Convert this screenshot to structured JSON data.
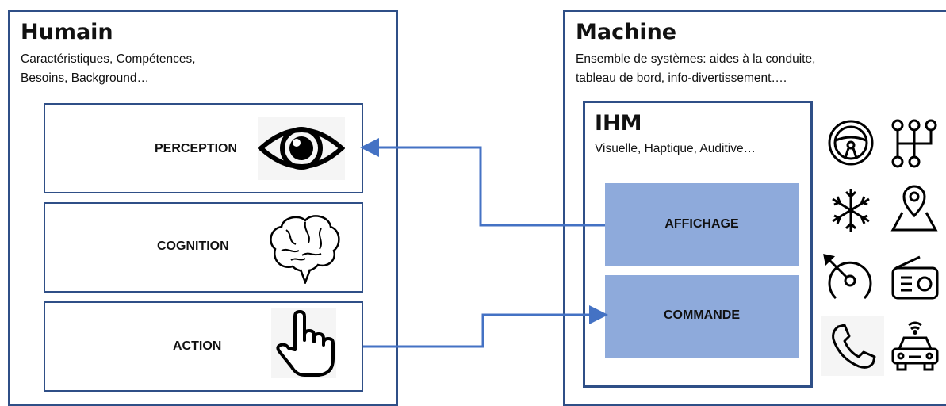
{
  "humain": {
    "title": "Humain",
    "desc_line1": "Caractéristiques, Compétences,",
    "desc_line2": "Besoins, Background…",
    "perception_label": "PERCEPTION",
    "cognition_label": "COGNITION",
    "action_label": "ACTION"
  },
  "machine": {
    "title": "Machine",
    "desc_line1": "Ensemble de systèmes: aides à la conduite,",
    "desc_line2": "tableau de bord, info-divertissement….",
    "ihm": {
      "title": "IHM",
      "desc": "Visuelle, Haptique, Auditive…",
      "affichage_label": "AFFICHAGE",
      "commande_label": "COMMANDE"
    },
    "icons": [
      "steering-wheel-icon",
      "gear-shift-icon",
      "snowflake-icon",
      "map-pin-icon",
      "speedometer-icon",
      "radio-icon",
      "phone-icon",
      "connected-car-icon"
    ]
  },
  "colors": {
    "border": "#2f4f87",
    "arrow": "#4472c4",
    "panel_fill": "#8eaadb"
  }
}
